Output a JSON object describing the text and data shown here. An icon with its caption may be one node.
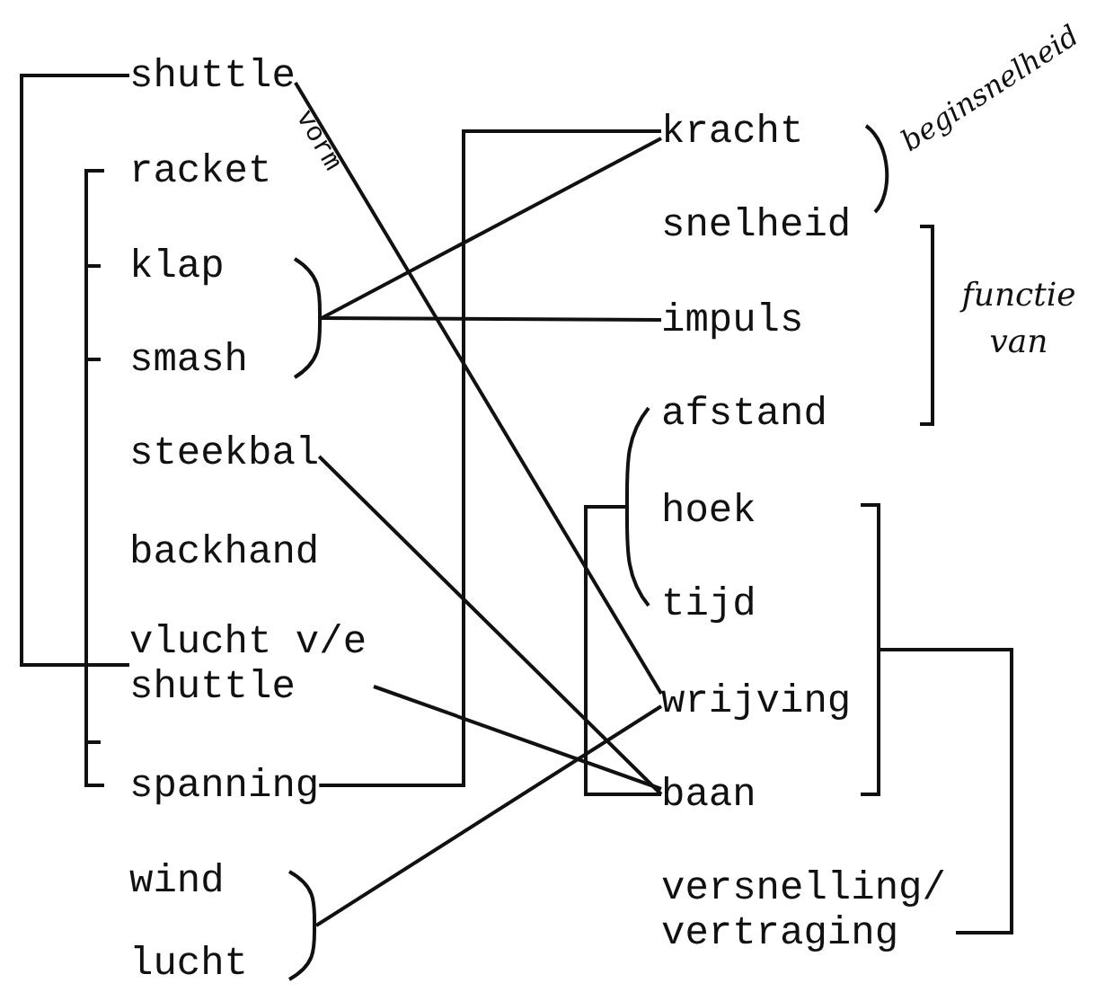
{
  "diagram": {
    "nodes": [
      {
        "text": [
          "shuttle"
        ]
      },
      {
        "text": [
          "racket"
        ]
      },
      {
        "text": [
          "klap"
        ]
      },
      {
        "text": [
          "smash"
        ]
      },
      {
        "text": [],
        "shape": "brace"
      },
      {
        "text": [
          "steekbal"
        ]
      },
      {
        "text": [
          "backhand"
        ]
      },
      {
        "text": [
          "vlucht v/e shuttle"
        ]
      },
      {
        "text": [
          "spanning"
        ]
      },
      {
        "text": [
          "wind"
        ]
      },
      {
        "text": [
          "lucht"
        ]
      },
      {
        "text": [],
        "shape": "brace"
      },
      {
        "text": [
          "kracht"
        ]
      },
      {
        "text": [
          "snelheid"
        ]
      },
      {
        "text": [
          "impuls"
        ]
      },
      {
        "text": [
          "afstand"
        ]
      },
      {
        "text": [],
        "shape": "brace"
      },
      {
        "text": [
          "hoek"
        ]
      },
      {
        "text": [
          "tijd"
        ]
      },
      {
        "text": [
          "wrijving"
        ]
      },
      {
        "text": [
          "baan"
        ]
      },
      {
        "text": [],
        "shape": "bracket"
      },
      {
        "text": [
          "versnelling/ vertraging"
        ]
      }
    ],
    "edges": [
      {
        "from": 0,
        "to": 7,
        "arrow": "none"
      },
      {
        "from": 4,
        "to": 12,
        "arrow": "none"
      },
      {
        "from": 4,
        "to": 14,
        "arrow": "none"
      },
      {
        "from": 0,
        "to": 19,
        "label": "vorm",
        "arrow": "none"
      },
      {
        "from": 5,
        "to": 20,
        "arrow": "none"
      },
      {
        "from": 7,
        "to": 20,
        "arrow": "none"
      },
      {
        "from": 8,
        "to": 12,
        "arrow": "none"
      },
      {
        "from": 11,
        "to": 19,
        "arrow": "none"
      },
      {
        "from": 16,
        "to": 20,
        "arrow": "none"
      },
      {
        "from": 21,
        "to": 22,
        "arrow": "none"
      }
    ],
    "labels": [
      "beginsnelheid",
      "functie van"
    ]
  }
}
